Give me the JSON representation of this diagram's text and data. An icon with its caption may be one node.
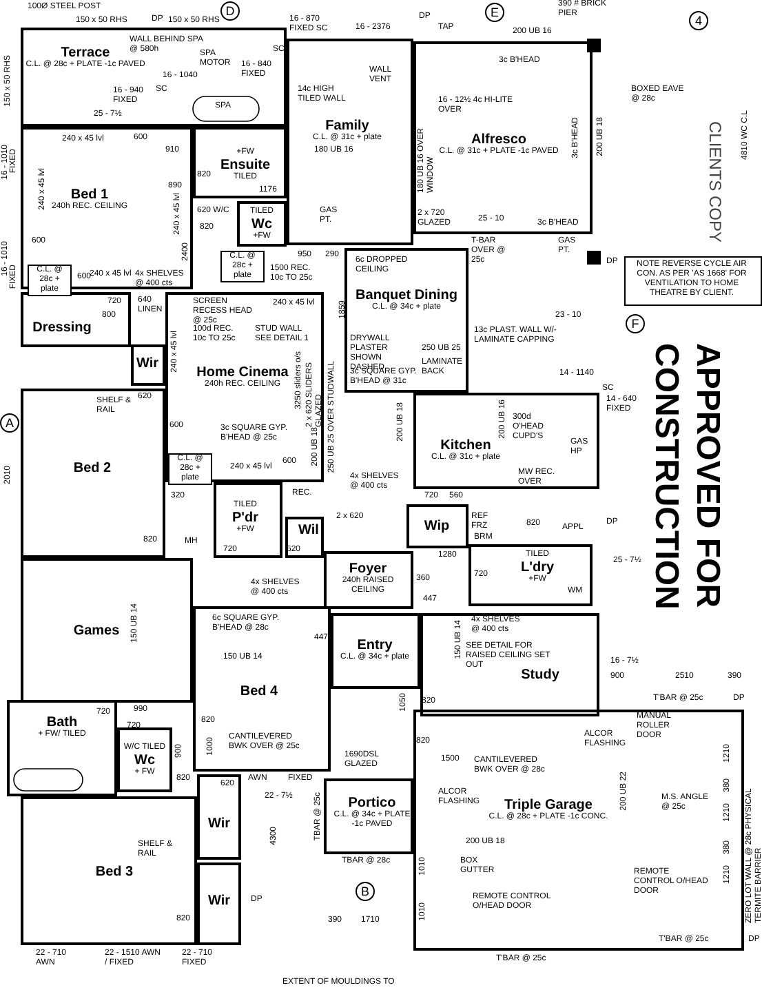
{
  "diagram": {
    "nodes": [
      {
        "text": [
          "Terrace",
          "C.L. @ 28c + PLATE -1c PAVED"
        ]
      },
      {
        "text": [
          "Family",
          "C.L. @ 31c + plate"
        ]
      },
      {
        "text": [
          "Alfresco",
          "C.L. @ 31c + PLATE -1c PAVED"
        ]
      },
      {
        "text": [
          "+FW",
          "Ensuite",
          "TILED"
        ]
      },
      {
        "text": [
          "TILED",
          "Wc",
          "+FW"
        ]
      },
      {
        "text": [
          "Bed 1",
          "240h REC. CEILING"
        ]
      },
      {
        "text": [
          "Dressing"
        ]
      },
      {
        "text": [
          "Wir"
        ]
      },
      {
        "text": [
          "Bed 2"
        ]
      },
      {
        "text": [
          "Home Cinema",
          "240h REC. CEILING"
        ]
      },
      {
        "text": [
          "Banquet Dining",
          "C.L. @ 34c + plate"
        ]
      },
      {
        "text": [
          "Kitchen",
          "C.L. @ 31c + plate"
        ]
      },
      {
        "text": [
          "TILED",
          "P'dr",
          "+FW"
        ]
      },
      {
        "text": [
          "Wil"
        ]
      },
      {
        "text": [
          "Wip"
        ]
      },
      {
        "text": [
          "Foyer",
          "240h RAISED CEILING"
        ]
      },
      {
        "text": [
          "TILED",
          "L'dry",
          "+FW"
        ]
      },
      {
        "text": [
          "Games"
        ]
      },
      {
        "text": [
          "Entry",
          "C.L. @ 34c + plate"
        ]
      },
      {
        "text": [
          "Study"
        ]
      },
      {
        "text": [
          "Bed 4"
        ]
      },
      {
        "text": [
          "Bath",
          "+ FW/ TILED"
        ]
      },
      {
        "text": [
          "W/C TILED",
          "Wc",
          "+ FW"
        ]
      },
      {
        "text": [
          "Wir"
        ]
      },
      {
        "text": [
          "Wir"
        ]
      },
      {
        "text": [
          "Bed 3"
        ]
      },
      {
        "text": [
          "Portico",
          "C.L. @ 34c + PLATE -1c PAVED"
        ]
      },
      {
        "text": [
          "Triple Garage",
          "C.L. @ 28c + PLATE -1c CONC."
        ]
      },
      {
        "text": [
          "NOTE REVERSE CYCLE AIR CON. AS PER 'AS 1668' FOR VENTILATION TO HOME THEATRE BY CLIENT."
        ]
      }
    ],
    "edges": [],
    "labels": [
      "100Ø STEEL POST",
      "150 x 50 RHS",
      "DP",
      "150 x 50 RHS",
      "D",
      "16 - 870 FIXED SC",
      "16 - 2376",
      "E",
      "390 # BRICK PIER",
      "4",
      "150 x 50 RHS",
      "WALL BEHIND SPA @ 580h",
      "SPA MOTOR",
      "16 - 840 FIXED",
      "TAP",
      "DP",
      "SC",
      "200 UB 16",
      "3c B'HEAD",
      "WALL VENT",
      "BOXED EAVE @ 28c",
      "16 - 1040",
      "SC",
      "16 - 940 FIXED",
      "SPA",
      "14c HIGH TILED WALL",
      "16 - 12½ 4c HI-LITE OVER",
      "4810 WC C.L",
      "25 - 7½",
      "240 x 45 lvl",
      "600",
      "910",
      "180 UB 16",
      "180 UB 16 OVER WINDOW",
      "3c B'HEAD",
      "200 UB 18",
      "16 - 1010",
      "FIXED",
      "820",
      "890",
      "1176",
      "240 x 45 lvl",
      "240 x 45 lvl",
      "GAS PT.",
      "25 - 10",
      "3c B'HEAD",
      "2 x 720 GLAZED",
      "820",
      "620 W/C",
      "T-BAR OVER @ 25c",
      "GAS PT.",
      "DP",
      "6c DROPPED CEILING",
      "600",
      "16 - 1010",
      "FIXED",
      "C.L. @ 28c + plate",
      "600",
      "240 x 45 lvl",
      "4x SHELVES @ 400 cts",
      "2400",
      "C.L. @ 28c + plate",
      "950",
      "290",
      "1500 REC. 10c TO 25c",
      "720",
      "800",
      "640 LINEN",
      "SCREEN RECESS HEAD @ 25c",
      "240 x 45 lvl",
      "100d REC. 10c TO 25c",
      "STUD WALL SEE DETAIL 1",
      "1859",
      "13c PLAST. WALL W/- LAMINATE CAPPING",
      "23 - 10",
      "F",
      "CLIENTS COPY",
      "APPROVED FOR CONSTRUCTION",
      "DRYWALL PLASTER SHOWN DASHED",
      "250 UB 25",
      "LAMINATE BACK",
      "3c SQUARE GYP. B'HEAD @ 31c",
      "14 - 1140",
      "SHELF & RAIL",
      "620",
      "SC",
      "14 - 640 FIXED",
      "240 x 45 lvl",
      "3250 sliders o/s",
      "2 x 620 SLIDERS GLAZED",
      "250 UB 25 OVER STUDWALL",
      "200 UB 18",
      "200 UB 16",
      "300d O'HEAD CUPD'S",
      "GAS HP",
      "4x SHELVES @ 400 cts",
      "720",
      "560",
      "MW REC. OVER",
      "C.L. @ 28c + plate",
      "3c SQUARE GYP. B'HEAD @ 25c",
      "600",
      "240 x 45 lvl",
      "600",
      "200 UB 18",
      "320",
      "REC.",
      "REF FRZ",
      "820",
      "APPL",
      "DP",
      "820",
      "MH",
      "720",
      "620",
      "2 x 620",
      "BRM",
      "1280",
      "720",
      "WM",
      "25 - 7½",
      "360",
      "4x SHELVES @ 400 cts",
      "150 UB 14",
      "6c SQUARE GYP. B'HEAD @ 28c",
      "447",
      "447",
      "4x SHELVES @ 400 cts",
      "150 UB 14",
      "SEE DETAIL FOR RAISED CEILING SET OUT",
      "16 - 7½",
      "900",
      "2510",
      "390",
      "150 UB 14",
      "990",
      "720",
      "820",
      "CANTILEVERED BWK OVER @ 25c",
      "720",
      "900",
      "1000",
      "820",
      "620",
      "AWN",
      "FIXED",
      "22 - 7½",
      "1690DSL GLAZED",
      "TBAR @ 25c",
      "4300",
      "SHELF & RAIL",
      "DP",
      "820",
      "TBAR @ 28c",
      "B",
      "390",
      "1710",
      "22 - 710 AWN",
      "22 - 1510 AWN / FIXED",
      "22 - 710 FIXED",
      "EXTENT OF MOULDINGS TO",
      "T'BAR @ 25c",
      "DP",
      "MANUAL ROLLER DOOR",
      "1050",
      "820",
      "820",
      "1500",
      "CANTILEVERED BWK OVER @ 28c",
      "ALCOR FLASHING",
      "ALCOR FLASHING",
      "200 UB 22",
      "M.S. ANGLE @ 25c",
      "ZERO LOT WALL @ 28c PHYSICAL TERMITE BARRIER",
      "200 UB 18",
      "BOX GUTTER",
      "REMOTE CONTROL O/HEAD DOOR",
      "REMOTE CONTROL O/HEAD DOOR",
      "T'BAR @ 25c",
      "DP",
      "T'BAR @ 25c",
      "A",
      "2010",
      "1210",
      "380",
      "1210",
      "380",
      "1210",
      "1010",
      "1010"
    ]
  }
}
